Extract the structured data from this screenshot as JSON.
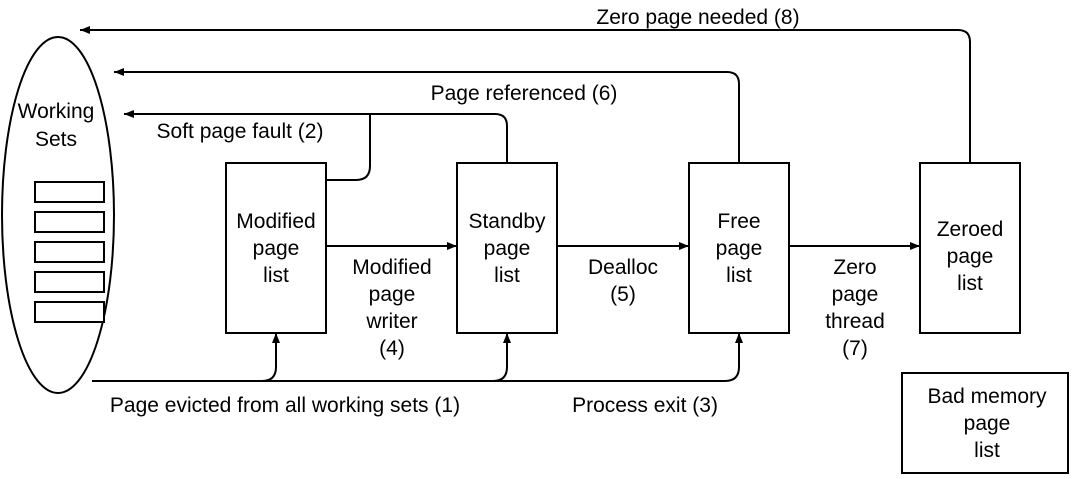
{
  "working_sets": {
    "label_line1": "Working",
    "label_line2": "Sets"
  },
  "boxes": {
    "modified": {
      "lines": [
        "Modified",
        "page",
        "list"
      ]
    },
    "standby": {
      "lines": [
        "Standby",
        "page",
        "list"
      ]
    },
    "free": {
      "lines": [
        "Free",
        "page",
        "list"
      ]
    },
    "zeroed": {
      "lines": [
        "Zeroed",
        "page",
        "list"
      ]
    },
    "bad": {
      "lines": [
        "Bad memory",
        "page",
        "list"
      ]
    }
  },
  "labels": {
    "zero_page_needed": "Zero page needed (8)",
    "page_referenced": "Page referenced (6)",
    "soft_page_fault": "Soft page fault (2)",
    "modified_page_writer": [
      "Modified",
      "page",
      "writer",
      "(4)"
    ],
    "dealloc": [
      "Dealloc",
      "(5)"
    ],
    "zero_page_thread": [
      "Zero",
      "page",
      "thread",
      "(7)"
    ],
    "page_evicted": "Page evicted from all working sets (1)",
    "process_exit": "Process exit (3)"
  }
}
